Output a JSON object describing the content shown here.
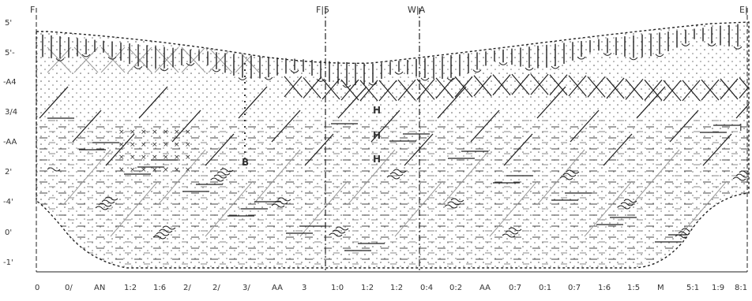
{
  "section": {
    "top_labels": [
      "F",
      "F|5",
      "W|A",
      "E|"
    ],
    "left_axis_labels": [
      "5'",
      "5'-",
      "-A4",
      "3/4",
      "-AA",
      "2'",
      "-4'",
      "0'",
      "-1'"
    ],
    "bottom_axis_labels": [
      "0",
      "0/",
      "AN",
      "1:2",
      "1:6",
      "2/",
      "2/",
      "3/",
      "AA",
      "3",
      "1:0",
      "1:2",
      "1:2",
      "0:4",
      "0:2",
      "AA",
      "0:7",
      "0:1",
      "0:7",
      "1:6",
      "1:5",
      "M",
      "5:1",
      "1:9",
      "8:1"
    ],
    "borehole_marks": [
      "H",
      "H",
      "H",
      "B"
    ],
    "right_mark": "I"
  },
  "colors": {
    "line": "#222222",
    "light": "#9a9a9a",
    "background": "#ffffff"
  }
}
